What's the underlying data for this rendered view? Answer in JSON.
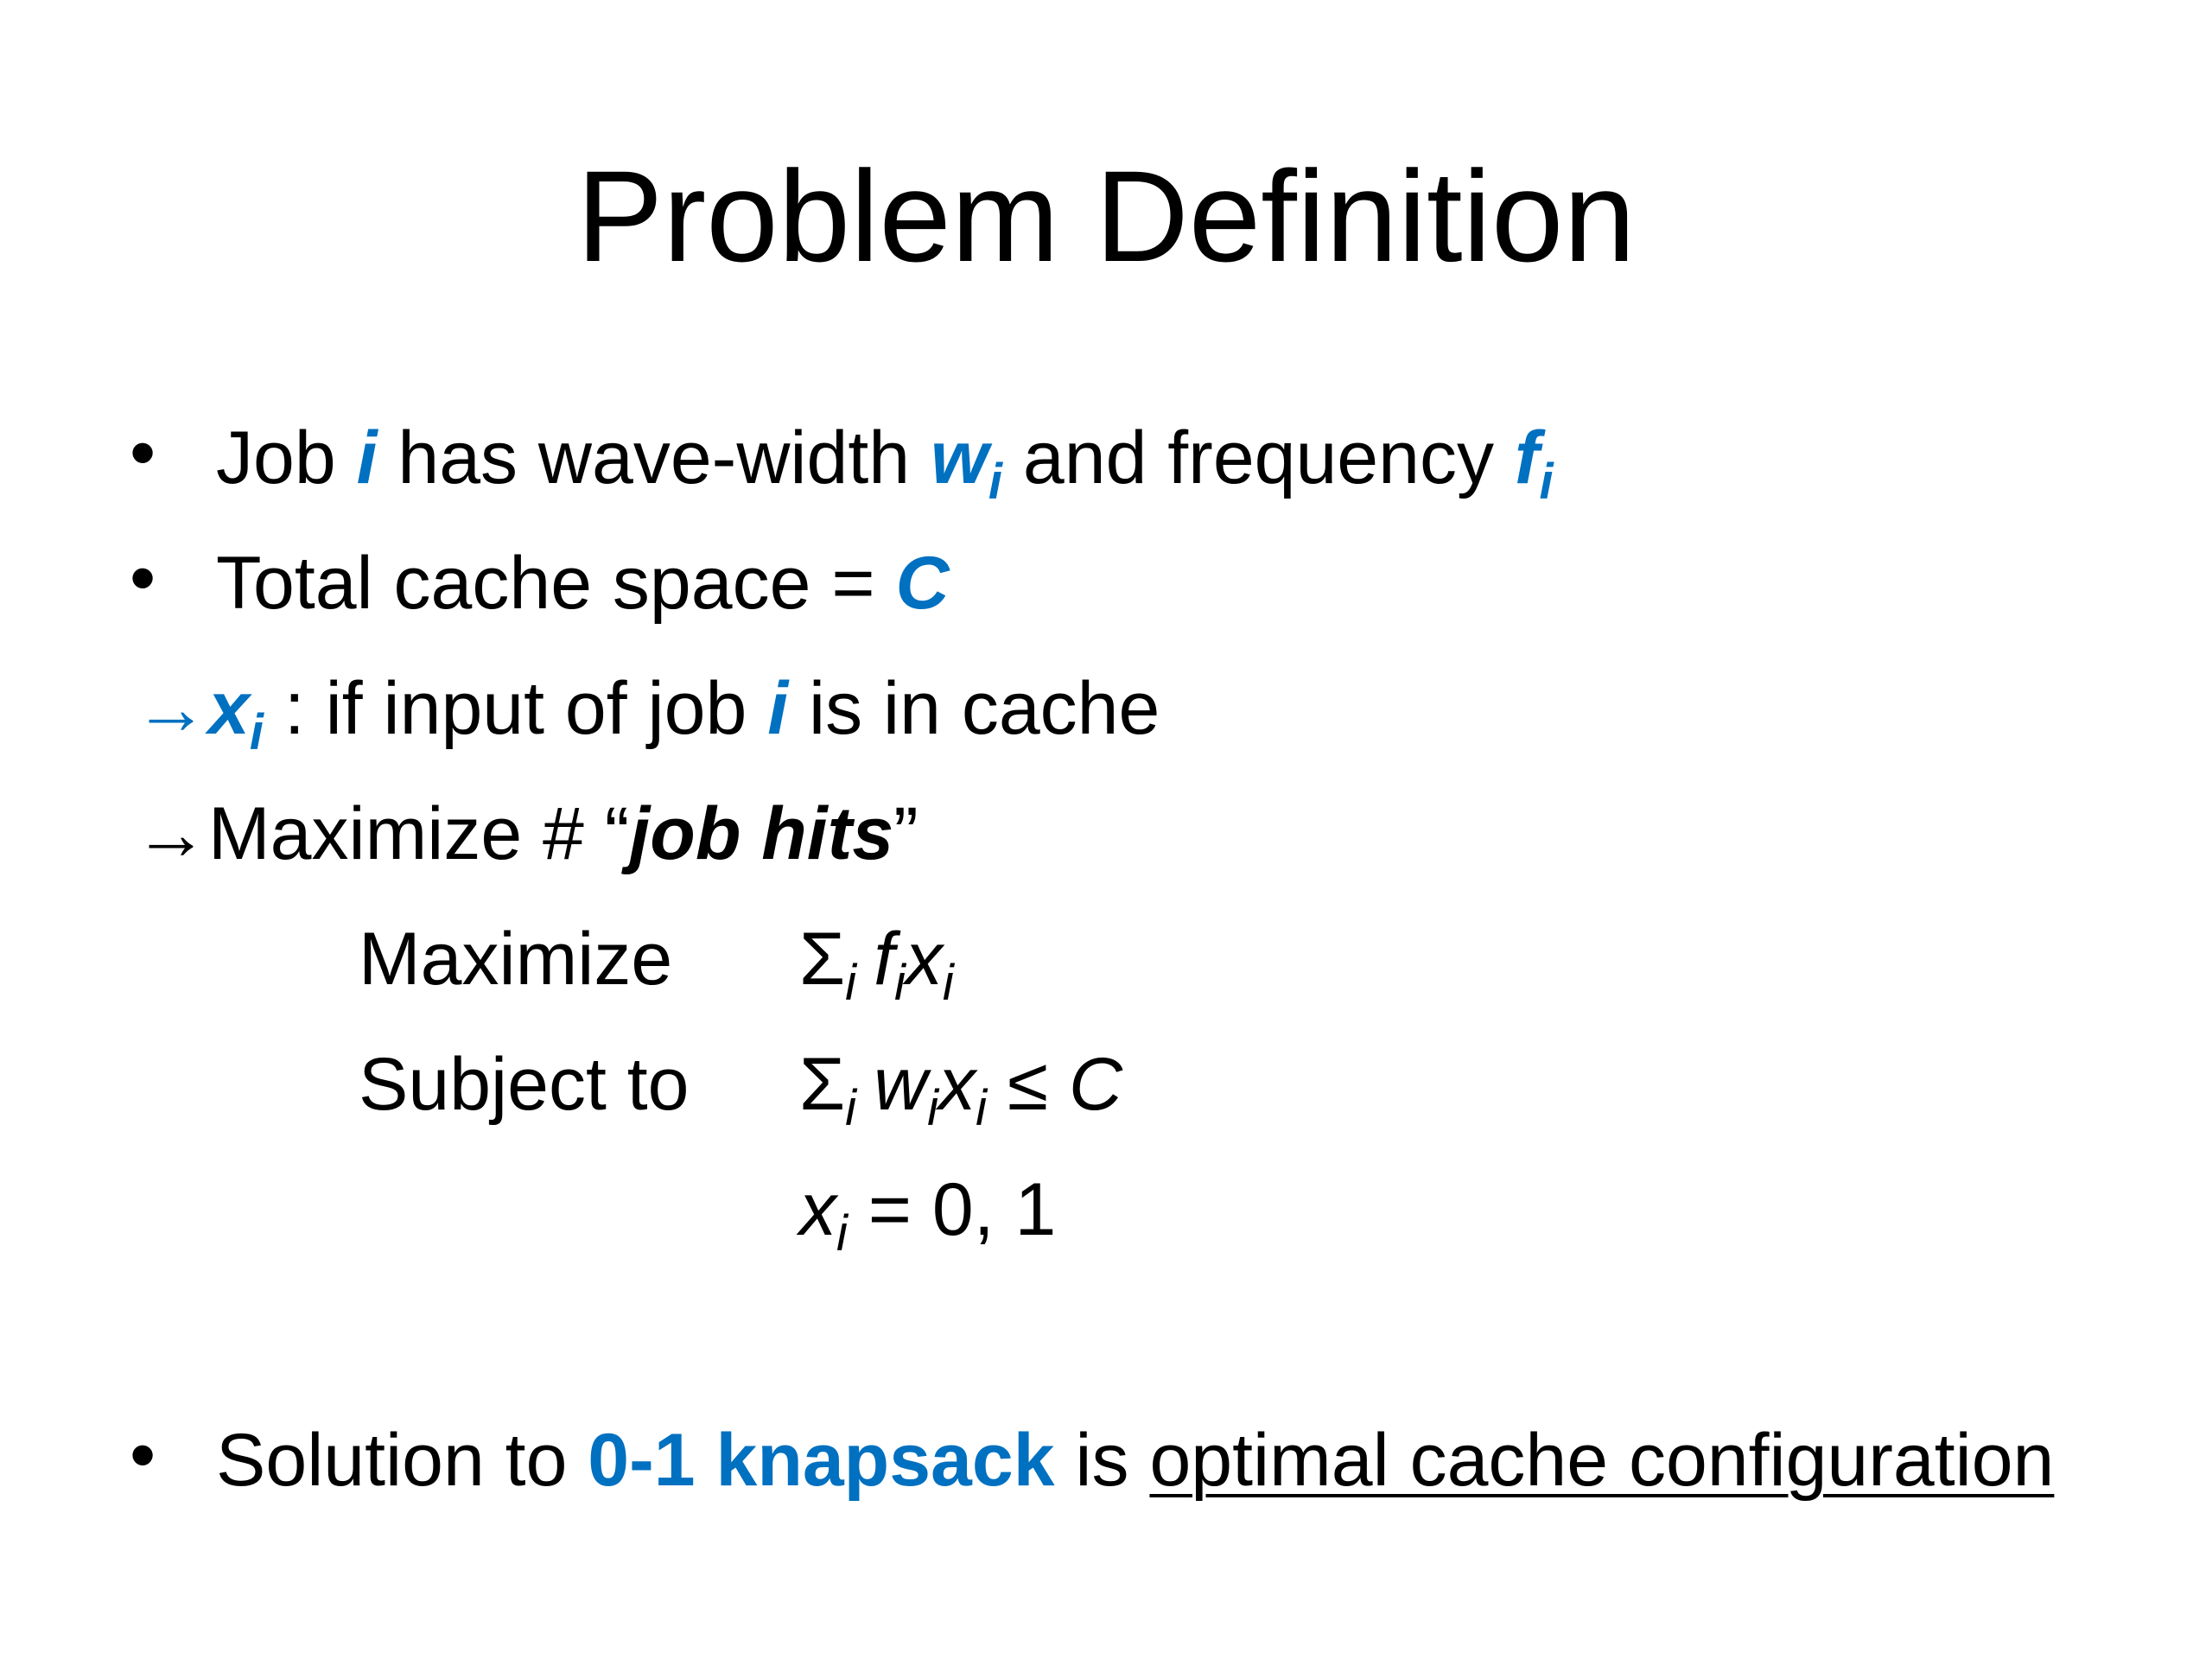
{
  "title": "Problem Definition",
  "bullet_glyph": "•",
  "arrow_glyph": "→",
  "lines": {
    "l1": {
      "t1": "Job ",
      "v1": "i",
      "t2": " has wave-width ",
      "v2": "w",
      "v2sub": "i",
      "t3": " and frequency ",
      "v3": "f",
      "v3sub": "i"
    },
    "l2": {
      "t1": "Total cache space = ",
      "v1": "C"
    },
    "l3": {
      "v1": "x",
      "v1sub": "i",
      "t1": " : if input of job ",
      "v2": "i",
      "t2": " is in cache"
    },
    "l4": {
      "t1": "Maximize # “",
      "v1": "job hits",
      "t2": "”"
    }
  },
  "lp": {
    "objective_label": "Maximize",
    "objective_sigma": "Σ",
    "objective_sigma_sub": "i",
    "objective_f": "f",
    "objective_f_sub": "i",
    "objective_x": "x",
    "objective_x_sub": "i",
    "constraint_label": "Subject to",
    "c1_sigma": "Σ",
    "c1_sigma_sub": "i",
    "c1_w": "w",
    "c1_w_sub": "i",
    "c1_x": "x",
    "c1_x_sub": "i",
    "c1_rel": " ≤ ",
    "c1_rhs": "C",
    "c2_x": "x",
    "c2_x_sub": "i",
    "c2_rest": " = 0, 1"
  },
  "solution": {
    "t1": "Solution to ",
    "highlight": "0-1 knapsack",
    "t2": " is ",
    "underlined": "optimal cache configuration"
  },
  "colors": {
    "accent": "#0070c0",
    "text": "#000000",
    "background": "#ffffff"
  }
}
